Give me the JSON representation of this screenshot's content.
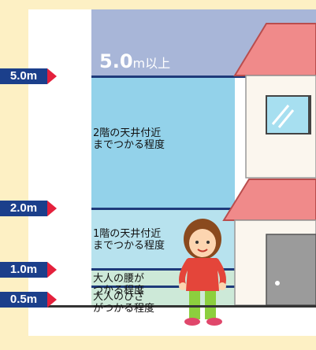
{
  "colors": {
    "background": "#fdf0c4",
    "band_top": "#a8b6d8",
    "band_2m": "#93d2ea",
    "band_1m": "#b7e2ee",
    "band_low": "#cde9d8",
    "marker_fill": "#1b3f8b",
    "arrow": "#e4203c",
    "roof": "#f08a8a"
  },
  "top_label": {
    "value": "5.0",
    "unit": "m以上"
  },
  "markers": [
    {
      "label": "5.0m"
    },
    {
      "label": "2.0m"
    },
    {
      "label": "1.0m"
    },
    {
      "label": "0.5m"
    }
  ],
  "descriptions": {
    "second_floor": [
      "2階の天井付近",
      "までつかる程度"
    ],
    "first_floor": [
      "1階の天井付近",
      "までつかる程度"
    ],
    "waist": [
      "大人の腰が",
      "つかる程度"
    ],
    "knee": [
      "大人のひざ",
      "がつかる程度"
    ]
  }
}
